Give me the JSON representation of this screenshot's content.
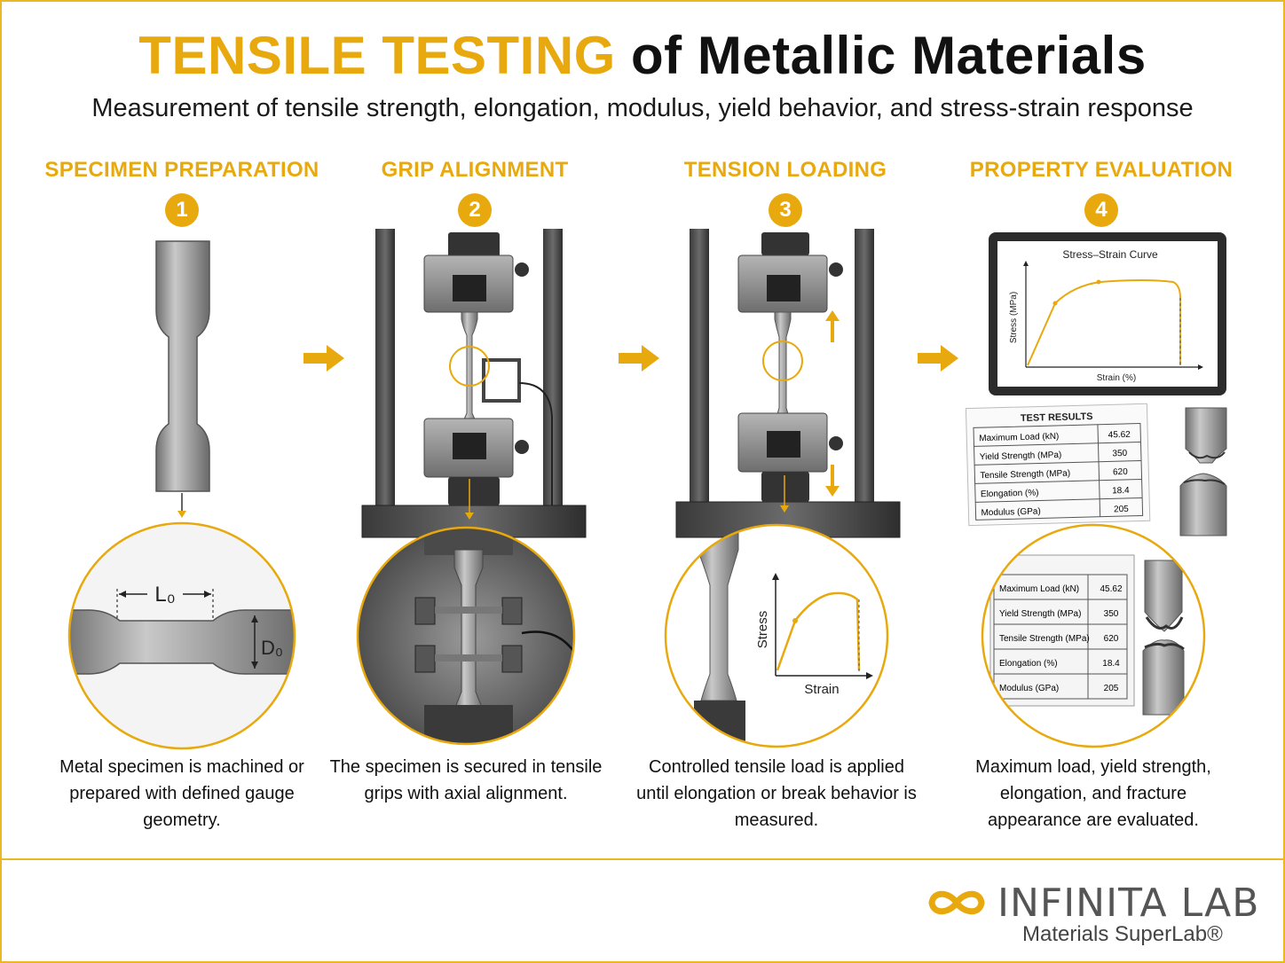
{
  "header": {
    "title_highlight": "TENSILE TESTING",
    "title_rest": "of Metallic Materials",
    "subtitle": "Measurement of tensile strength, elongation, modulus, yield behavior, and stress-strain response"
  },
  "steps": [
    {
      "number": "1",
      "title": "SPECIMEN PREPARATION",
      "caption": "Metal specimen is machined or prepared with defined gauge geometry."
    },
    {
      "number": "2",
      "title": "GRIP ALIGNMENT",
      "caption": "The specimen is secured in tensile grips with axial alignment."
    },
    {
      "number": "3",
      "title": "TENSION LOADING",
      "caption": "Controlled tensile load is applied until elongation or break behavior is measured."
    },
    {
      "number": "4",
      "title": "PROPERTY EVALUATION",
      "caption": "Maximum load, yield strength, elongation, and fracture appearance are evaluated."
    }
  ],
  "specimen_labels": {
    "gauge_length": "L₀",
    "diameter": "D₀"
  },
  "loading_inset": {
    "xlabel": "Strain",
    "ylabel": "Stress"
  },
  "monitor_chart": {
    "title": "Stress–Strain Curve",
    "xlabel": "Strain (%)",
    "ylabel": "Stress (MPa)"
  },
  "results": {
    "heading": "TEST RESULTS",
    "rows": [
      {
        "label": "Maximum Load (kN)",
        "value": "45.62"
      },
      {
        "label": "Yield Strength (MPa)",
        "value": "350"
      },
      {
        "label": "Tensile Strength (MPa)",
        "value": "620"
      },
      {
        "label": "Elongation (%)",
        "value": "18.4"
      },
      {
        "label": "Modulus (GPa)",
        "value": "205"
      }
    ]
  },
  "brand": {
    "name": "INFINITA LAB",
    "tagline": "Materials SuperLab®"
  },
  "colors": {
    "accent": "#e8a90e",
    "frame": "#e8b923",
    "steel": "#8a8a8a"
  }
}
